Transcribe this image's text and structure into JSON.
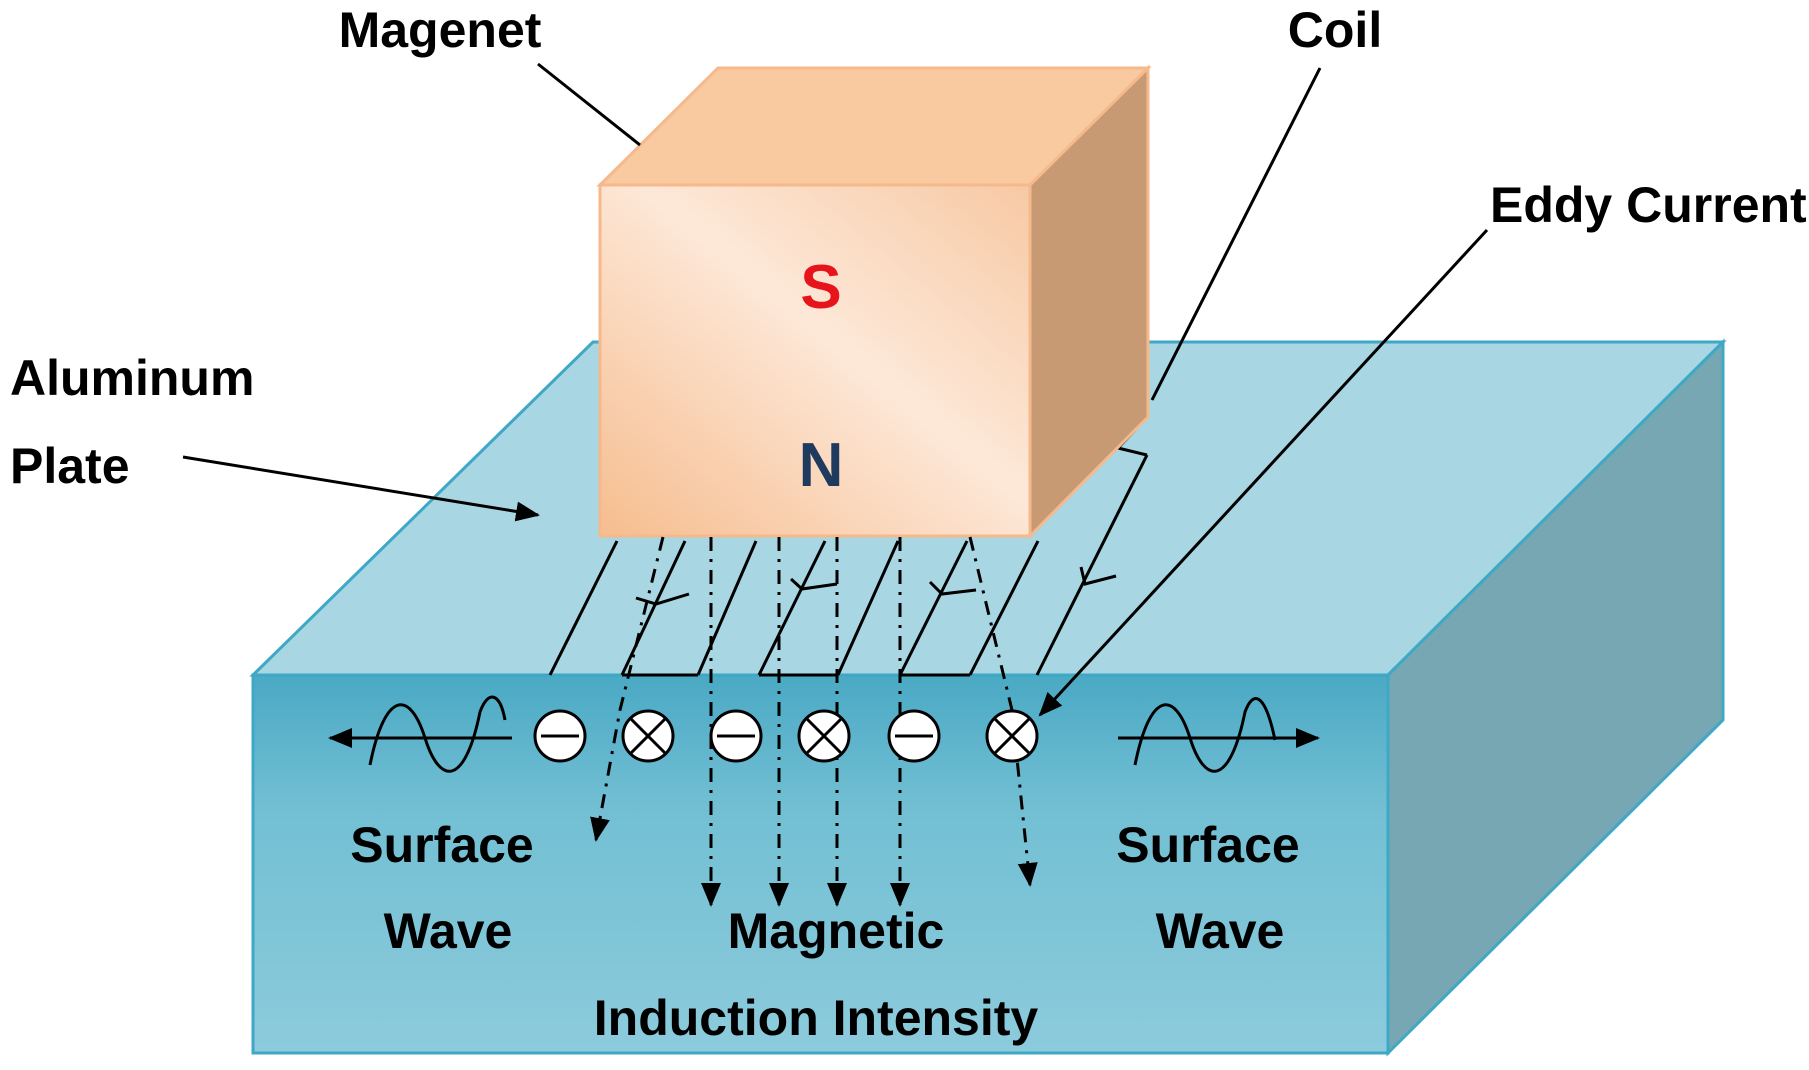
{
  "labels": {
    "magnet": "Magenet",
    "coil": "Coil",
    "eddy_current": "Eddy Current",
    "aluminum_line1": "Aluminum",
    "aluminum_line2": "Plate",
    "surface_wave_left_line1": "Surface",
    "surface_wave_left_line2": "Wave",
    "surface_wave_right_line1": "Surface",
    "surface_wave_right_line2": "Wave",
    "magnetic_line1": "Magnetic",
    "magnetic_line2": "Induction Intensity",
    "pole_south": "S",
    "pole_north": "N"
  },
  "colors": {
    "pole_south": "#e8141b",
    "pole_north": "#1f3a5f",
    "magnet_front": "#f8cfa9",
    "magnet_top": "#f9c9a0",
    "magnet_side": "#c89a74",
    "magnet_edge": "#f5b98c",
    "plate_top": "#a8d6e2",
    "plate_front": "#5db4cc",
    "plate_side": "#76a7b2",
    "plate_edge": "#3ea8c6"
  },
  "icons": [
    "current-out-of-page-icon",
    "current-into-page-icon",
    "wave-arrow-left-icon",
    "wave-arrow-right-icon"
  ]
}
